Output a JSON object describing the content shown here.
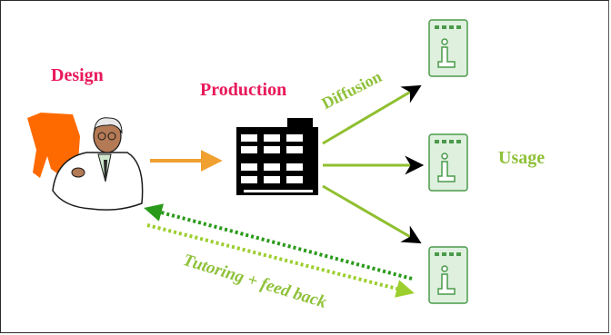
{
  "labels": {
    "design": "Design",
    "production": "Production",
    "diffusion": "Diffusion",
    "usage": "Usage",
    "tutoring": "Tutoring + feed back"
  },
  "colors": {
    "design_text": "#e8195a",
    "production_text": "#e8195a",
    "green_text": "#8fc13a",
    "green_arrow": "#8fbf2e",
    "dark_green_dotted": "#2a9a1a",
    "light_green_dotted": "#9ccf2e",
    "orange_arrow": "#f0a030",
    "orange_figure": "#ff6a00",
    "mobile_fill": "#dff0df",
    "mobile_stroke": "#4a9a4a"
  },
  "icons": {
    "designer": "designer-with-paper-icon",
    "factory": "factory-building-icon",
    "mobile_device": "mobile-info-device-icon"
  }
}
